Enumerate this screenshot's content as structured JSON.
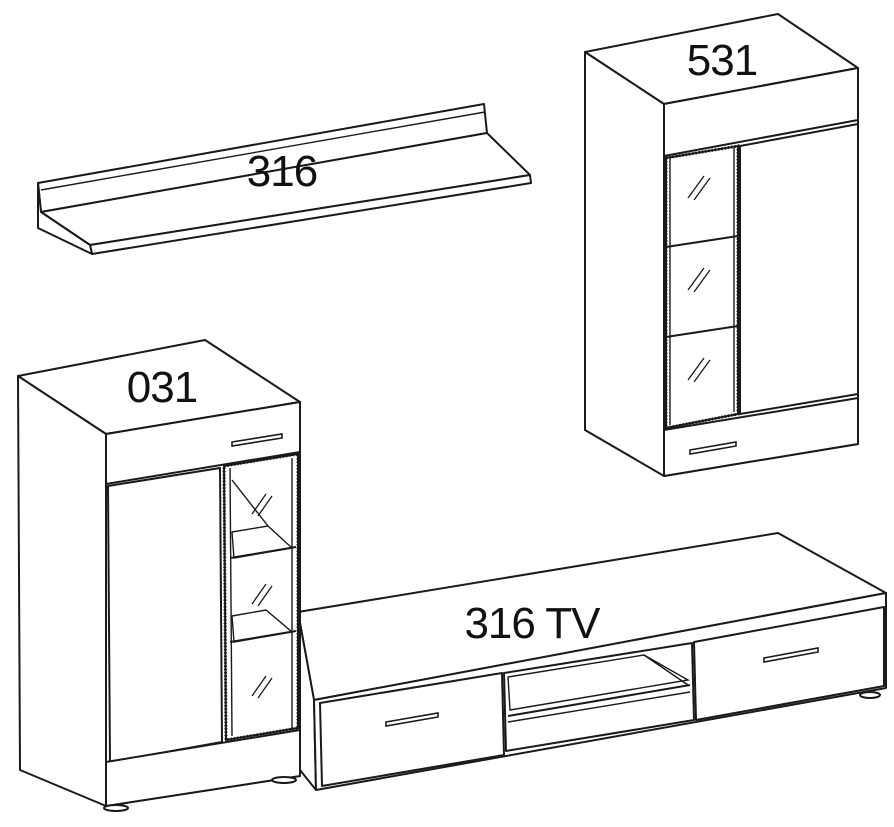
{
  "labels": {
    "wall_shelf": "316",
    "wall_cabinet": "531",
    "base_cabinet": "031",
    "tv_stand": "316 TV"
  }
}
